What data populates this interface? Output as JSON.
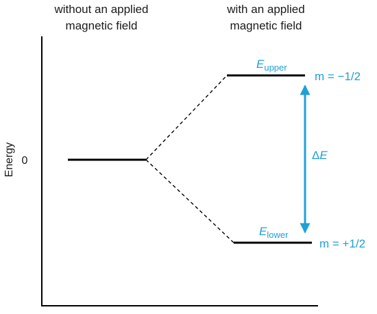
{
  "header": {
    "left_title": [
      "without an applied",
      "magnetic field"
    ],
    "right_title": [
      "with an applied",
      "magnetic field"
    ]
  },
  "axis": {
    "ylabel": "Energy",
    "zero_label": "0"
  },
  "levels": {
    "upper": {
      "symbol": "E",
      "subscript": "upper",
      "m_label": "m = −1/2"
    },
    "lower": {
      "symbol": "E",
      "subscript": "lower",
      "m_label": "m = +1/2"
    },
    "gap_symbol": "Δ",
    "gap_italic": "E"
  },
  "colors": {
    "accent": "#1ea0d8",
    "line": "#000000"
  }
}
